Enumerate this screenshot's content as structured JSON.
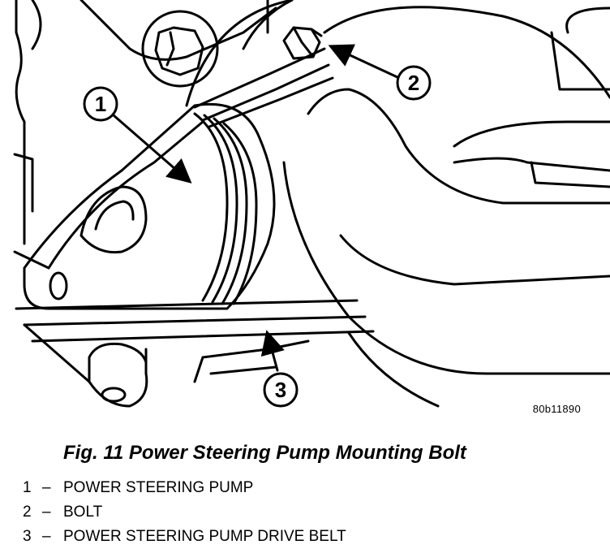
{
  "figure": {
    "drawing_code": "80b11890",
    "callouts": {
      "pump": "1",
      "bolt": "2",
      "belt": "3"
    }
  },
  "caption": "Fig. 11 Power Steering Pump Mounting Bolt",
  "legend": [
    {
      "num": "1",
      "dash": "–",
      "label": "POWER STEERING PUMP"
    },
    {
      "num": "2",
      "dash": "–",
      "label": "BOLT"
    },
    {
      "num": "3",
      "dash": "–",
      "label": "POWER STEERING PUMP DRIVE BELT"
    }
  ]
}
